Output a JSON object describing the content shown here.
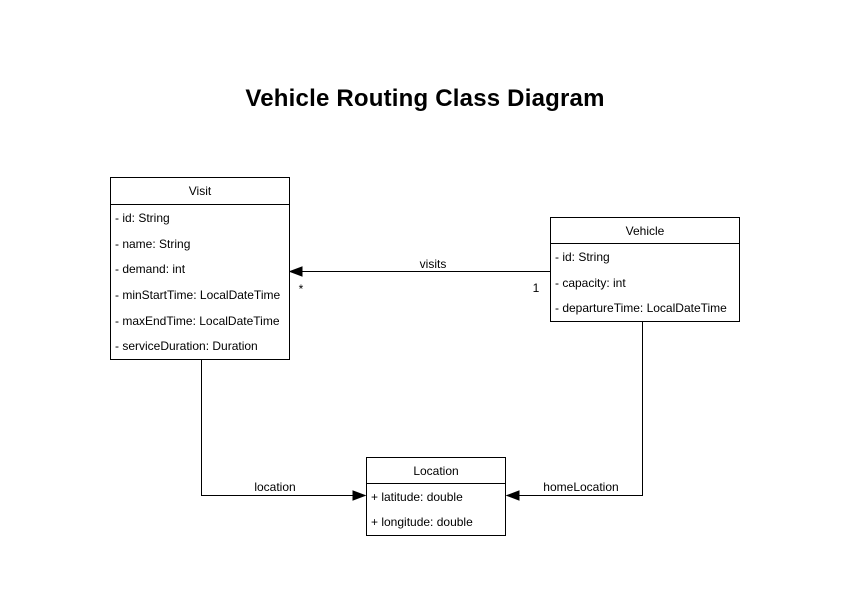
{
  "title": "Vehicle Routing Class Diagram",
  "classes": [
    {
      "name": "Visit",
      "attributes": [
        "- id: String",
        "- name: String",
        "- demand: int",
        "- minStartTime: LocalDateTime",
        "- maxEndTime: LocalDateTime",
        "- serviceDuration: Duration"
      ]
    },
    {
      "name": "Vehicle",
      "attributes": [
        "- id: String",
        "- capacity: int",
        "- departureTime: LocalDateTime"
      ]
    },
    {
      "name": "Location",
      "attributes": [
        "+ latitude: double",
        "+ longitude: double"
      ]
    }
  ],
  "relationships": [
    {
      "label": "visits",
      "from": "Vehicle",
      "to": "Visit",
      "multiplicity_at_target": "*",
      "multiplicity_at_source": "1"
    },
    {
      "label": "location",
      "from": "Visit",
      "to": "Location"
    },
    {
      "label": "homeLocation",
      "from": "Vehicle",
      "to": "Location"
    }
  ],
  "colors": {
    "background": "#ffffff",
    "box_fill": "#ffffff",
    "line": "#000000",
    "text": "#000000"
  }
}
